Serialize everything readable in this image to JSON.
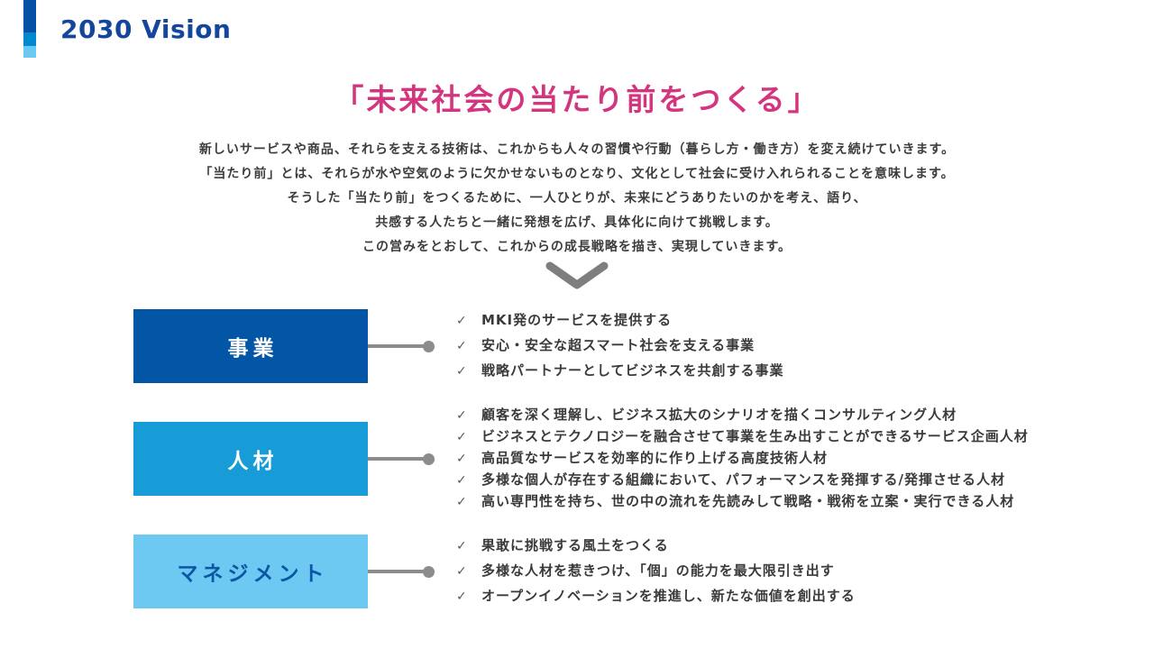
{
  "header": {
    "title": "2030 Vision"
  },
  "vision": {
    "title": "「未来社会の当たり前をつくる」",
    "description_lines": [
      "新しいサービスや商品、それらを支える技術は、これからも人々の習慣や行動（暮らし方・働き方）を変え続けていきます。",
      "「当たり前」とは、それらが水や空気のように欠かせないものとなり、文化として社会に受け入れられることを意味します。",
      "そうした「当たり前」をつくるために、一人ひとりが、未来にどうありたいのかを考え、語り、",
      "共感する人たちと一緒に発想を広げ、具体化に向けて挑戦します。",
      "この営みをとおして、これからの成長戦略を描き、実現していきます。"
    ]
  },
  "sections": [
    {
      "label": "事業",
      "items": [
        "MKI発のサービスを提供する",
        "安心・安全な超スマート社会を支える事業",
        "戦略パートナーとしてビジネスを共創する事業"
      ]
    },
    {
      "label": "人材",
      "items": [
        "顧客を深く理解し、ビジネス拡大のシナリオを描くコンサルティング人材",
        "ビジネスとテクノロジーを融合させて事業を生み出すことができるサービス企画人材",
        "高品質なサービスを効率的に作り上げる高度技術人材",
        "多様な個人が存在する組織において、パフォーマンスを発揮する/発揮させる人材",
        "高い専門性を持ち、世の中の流れを先読みして戦略・戦術を立案・実行できる人材"
      ]
    },
    {
      "label": "マネジメント",
      "items": [
        "果敢に挑戦する風土をつくる",
        "多様な人材を惹きつけ、「個」の能力を最大限引き出す",
        "オープンイノベーションを推進し、新たな価値を創出する"
      ]
    }
  ],
  "icons": {
    "check": "✓",
    "chevron_down": "chevron-down"
  },
  "colors": {
    "header_title": "#14469B",
    "vision_title_pink": "#D3367F",
    "body_text": "#3C3C3C",
    "box_business_bg": "#0356A6",
    "box_talent_bg": "#189CD8",
    "box_management_bg": "#6EC9F2",
    "box_management_text": "#0B57A5",
    "connector_gray": "#8C8C8C",
    "chevron_gray": "#7E7E7E",
    "accent_dark_blue": "#0351A5",
    "accent_mid_blue": "#0089D0",
    "accent_light_blue": "#6BC8F1"
  }
}
